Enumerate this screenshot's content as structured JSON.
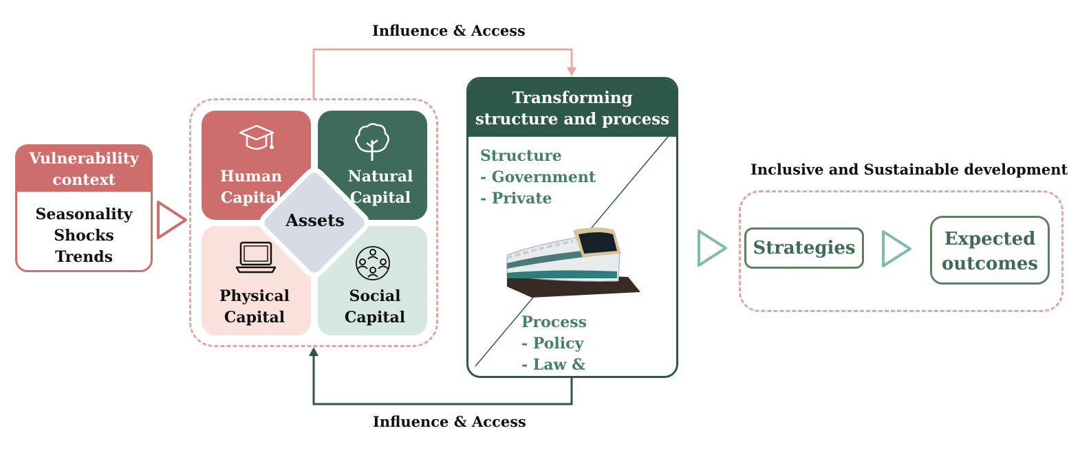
{
  "flow": {
    "top_label": "Influence & Access",
    "bottom_label": "Influence & Access"
  },
  "vulnerability": {
    "title": "Vulnerability context",
    "items": [
      "Seasonality",
      "Shocks",
      "Trends"
    ]
  },
  "assets": {
    "center_label": "Assets",
    "human": "Human Capital",
    "natural": "Natural Capital",
    "physical": "Physical Capital",
    "social": "Social Capital"
  },
  "transforming": {
    "title": "Transforming structure and process",
    "structure_heading": "Structure",
    "structure_items": [
      "- Government",
      "- Private"
    ],
    "process_heading": "Process",
    "process_items": [
      "- Policy",
      "- Law & Regulation"
    ]
  },
  "outcomes": {
    "heading": "Inclusive and Sustainable development",
    "strategies": "Strategies",
    "expected": "Expected outcomes"
  },
  "icons": {
    "human": "graduation-cap-icon",
    "natural": "tree-icon",
    "physical": "laptop-icon",
    "social": "people-network-icon",
    "transport": "train-icon"
  },
  "colors": {
    "vulnerability": "#cd6e6c",
    "human": "#cd6e6c",
    "natural": "#3f6b5c",
    "physical": "#fbe1db",
    "social": "#d6e6e2",
    "transforming": "#2e5849",
    "outcome_green": "#5b7f61",
    "arrow_teal": "#7fbab0",
    "dash_pink": "#e0a6a0"
  }
}
